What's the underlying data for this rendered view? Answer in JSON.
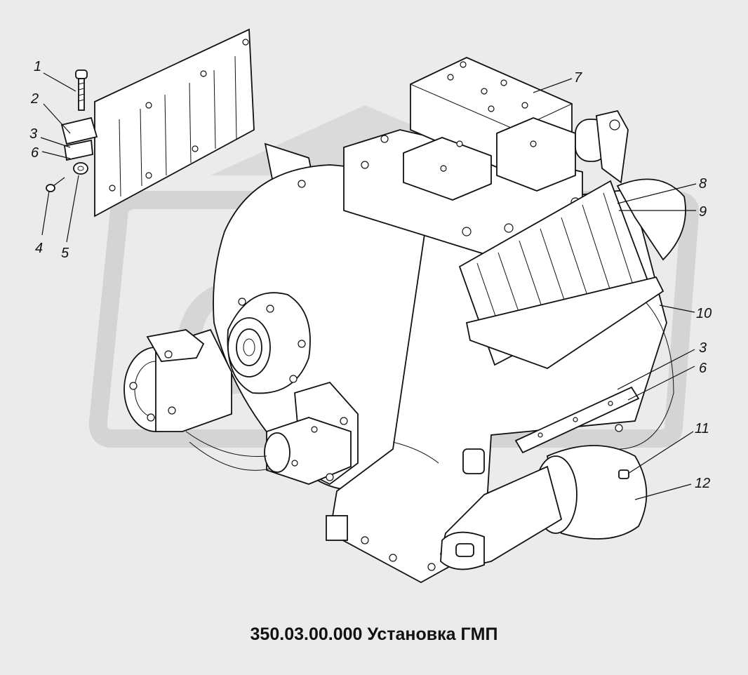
{
  "caption": "350.03.00.000 Установка ГМП",
  "watermark": "OPEX",
  "colors": {
    "background": "#ebebeb",
    "line": "#111111",
    "watermark": "#d4d4d4"
  },
  "callouts": {
    "c1": "1",
    "c2": "2",
    "c3a": "3",
    "c6a": "6",
    "c4": "4",
    "c5": "5",
    "c7": "7",
    "c8": "8",
    "c9": "9",
    "c10": "10",
    "c3b": "3",
    "c6b": "6",
    "c11": "11",
    "c12": "12"
  }
}
